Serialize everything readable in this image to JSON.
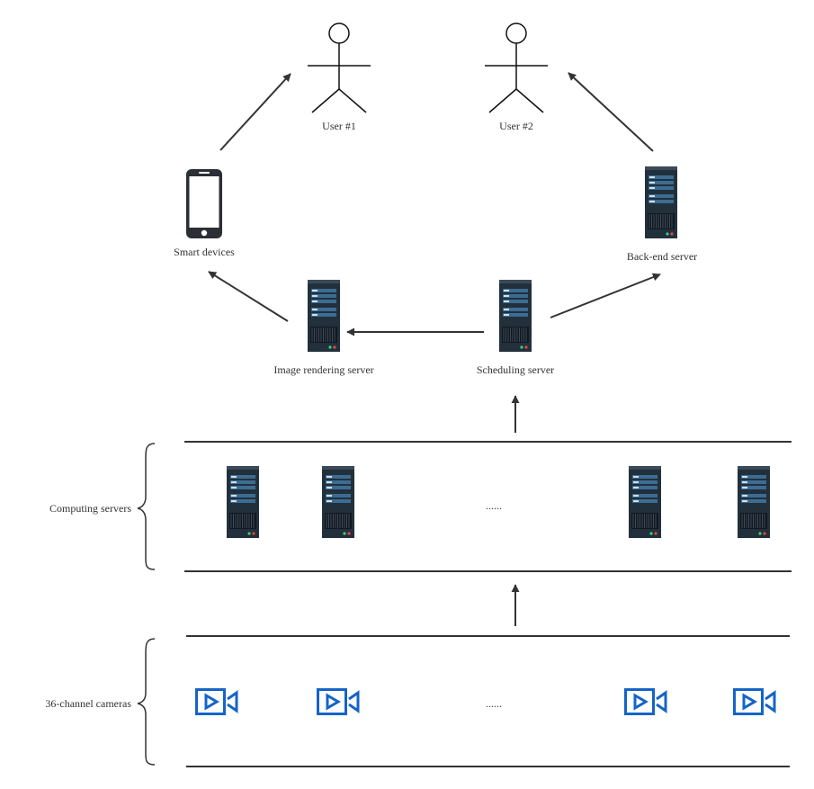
{
  "users": [
    {
      "label": "User #1",
      "icon": "person-icon"
    },
    {
      "label": "User #2",
      "icon": "person-icon"
    }
  ],
  "nodes": {
    "smart_devices": "Smart devices",
    "backend_server": "Back-end server",
    "image_rendering_server": "Image rendering server",
    "scheduling_server": "Scheduling server"
  },
  "tiers": {
    "computing": {
      "label": "Computing servers",
      "ellipsis": "......",
      "icon": "server-icon"
    },
    "cameras": {
      "label": "36-channel cameras",
      "ellipsis": "......",
      "icon": "video-camera-icon"
    }
  },
  "colors": {
    "line": "#333333",
    "server_dark": "#22303c",
    "server_panel": "#3c6c92",
    "camera_blue": "#1464c8",
    "phone": "#2b2e35"
  }
}
